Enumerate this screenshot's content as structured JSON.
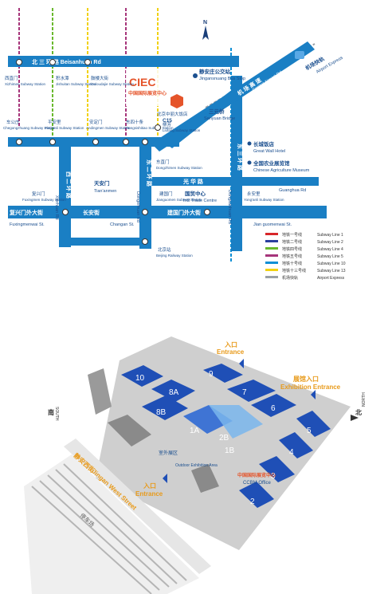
{
  "colors": {
    "road": "#1a7fc4",
    "line1": "#d7262a",
    "line2": "#2b3f9e",
    "line4": "#69b82c",
    "line5": "#a6357a",
    "line10": "#0f8fd5",
    "line13": "#f1d112",
    "airport": "#9aa0a6",
    "ciec": "#e5542a",
    "hall": "#1f4fb6"
  },
  "map": {
    "north_icon": "north-arrow-icon",
    "roads": {
      "beisanhuan": "北 三 环 路   Beisanhuan Rd",
      "airport_expressway": "机 场 高 速",
      "airport_expressway_en": "Capital Airport Rd",
      "xierhuan": "西 二 环 路",
      "xierhuan_en": "Xierhuan Rd",
      "dongerhuan": "东 二 环 路",
      "dongerhuan_en": "Dongerhuan Rd",
      "dongsanhuan": "东 三 环 路",
      "dongsanhuan_en": "Dongsanhuan Rd",
      "guanghua": "光 华 路",
      "guanghua_en": "Guanghua Rd",
      "fuxingmenwai": "复兴门外大街",
      "fuxingmenwai_en": "Fuxingmenwai St.",
      "changan": "长安街",
      "changan_en": "Changan St.",
      "jianguomenwai": "建国门外大街",
      "jianguomenwai_en": "Jian guomenwai St."
    },
    "places": {
      "ciec": "CIEC",
      "ciec_cn": "中国国际展览中心",
      "airport": "机场快轨",
      "airport_en": "Airport Express",
      "bus_stop": "静安庄公交站",
      "bus_stop_en": "Jingansnuang Bus Stop",
      "sanyuan": "三元桥",
      "sanyuan_en": "Sanyuan Bridge",
      "great_wall": "长城饭店",
      "great_wall_en": "Great Wall Hotel",
      "museum": "全国农业展览馆",
      "museum_en": "Chinese Agriculture Museum",
      "tiananmen": "天安门",
      "tiananmen_en": "Tian'anmen",
      "itc": "国贸中心",
      "itc_en": "Int'l Trade Centre",
      "bus_c15": "C15",
      "bus_c15_cn": "北京中丽大饭店"
    },
    "stations": [
      {
        "cn": "西直门",
        "en": "Xizhimen Subway Station"
      },
      {
        "cn": "积水潭",
        "en": "Jishuitan Subway Station"
      },
      {
        "cn": "鼓楼大街",
        "en": "Guloudajie Subway Station"
      },
      {
        "cn": "安定门",
        "en": "Andingmen Subway Station"
      },
      {
        "cn": "车公庄",
        "en": "Chegongzhuang Subway Station"
      },
      {
        "cn": "平安里",
        "en": "Ping'anli Subway Station"
      },
      {
        "cn": "东四十条",
        "en": "Dongsishitiao Subway Station"
      },
      {
        "cn": "柳芳",
        "en": "Liufang Subway Station"
      },
      {
        "cn": "东直门",
        "en": "Dongzhimen Subway Station"
      },
      {
        "cn": "复兴门",
        "en": "Fuxingmen Subway Station"
      },
      {
        "cn": "建国门",
        "en": "Jianguomen Subway Station"
      },
      {
        "cn": "永安里",
        "en": "Yong'anli Subway Station"
      },
      {
        "cn": "北京站",
        "en": "Beijing Railway Station"
      }
    ],
    "legend": [
      {
        "cn": "地铁一号线",
        "en": "Subway Line 1",
        "color": "#d7262a"
      },
      {
        "cn": "地铁二号线",
        "en": "Subway Line 2",
        "color": "#2b3f9e"
      },
      {
        "cn": "地铁四号线",
        "en": "Subway Line 4",
        "color": "#69b82c"
      },
      {
        "cn": "地铁五号线",
        "en": "Subway Line 5",
        "color": "#a6357a"
      },
      {
        "cn": "地铁十号线",
        "en": "Subway Line 10",
        "color": "#0f8fd5"
      },
      {
        "cn": "地铁十三号线",
        "en": "Subway Line 13",
        "color": "#f1d112"
      },
      {
        "cn": "机场快轨",
        "en": "Airport Express",
        "color": "#9aa0a6"
      }
    ]
  },
  "plan": {
    "north_cn": "北",
    "north_en": "NORTH",
    "south_cn": "南",
    "south_en": "SOUTH",
    "halls": [
      "10",
      "8A",
      "8B",
      "9",
      "7",
      "6",
      "5",
      "4",
      "3",
      "2",
      "1A",
      "2B",
      "1B"
    ],
    "entrances": [
      {
        "cn": "入口",
        "en": "Entrance"
      },
      {
        "cn": "展馆入口",
        "en": "Exhibition Entrance"
      },
      {
        "cn": "入口",
        "en": "Entrance"
      }
    ],
    "areas": {
      "outdoor": "室外展区",
      "outdoor_en": "Outdoor Exhibition Area",
      "ccbm": "中国国际展览中心",
      "ccbm_en": "CCBM Office",
      "parking": "停车场",
      "street_cn": "静安西街",
      "street_en": "Jingan West Street"
    }
  }
}
